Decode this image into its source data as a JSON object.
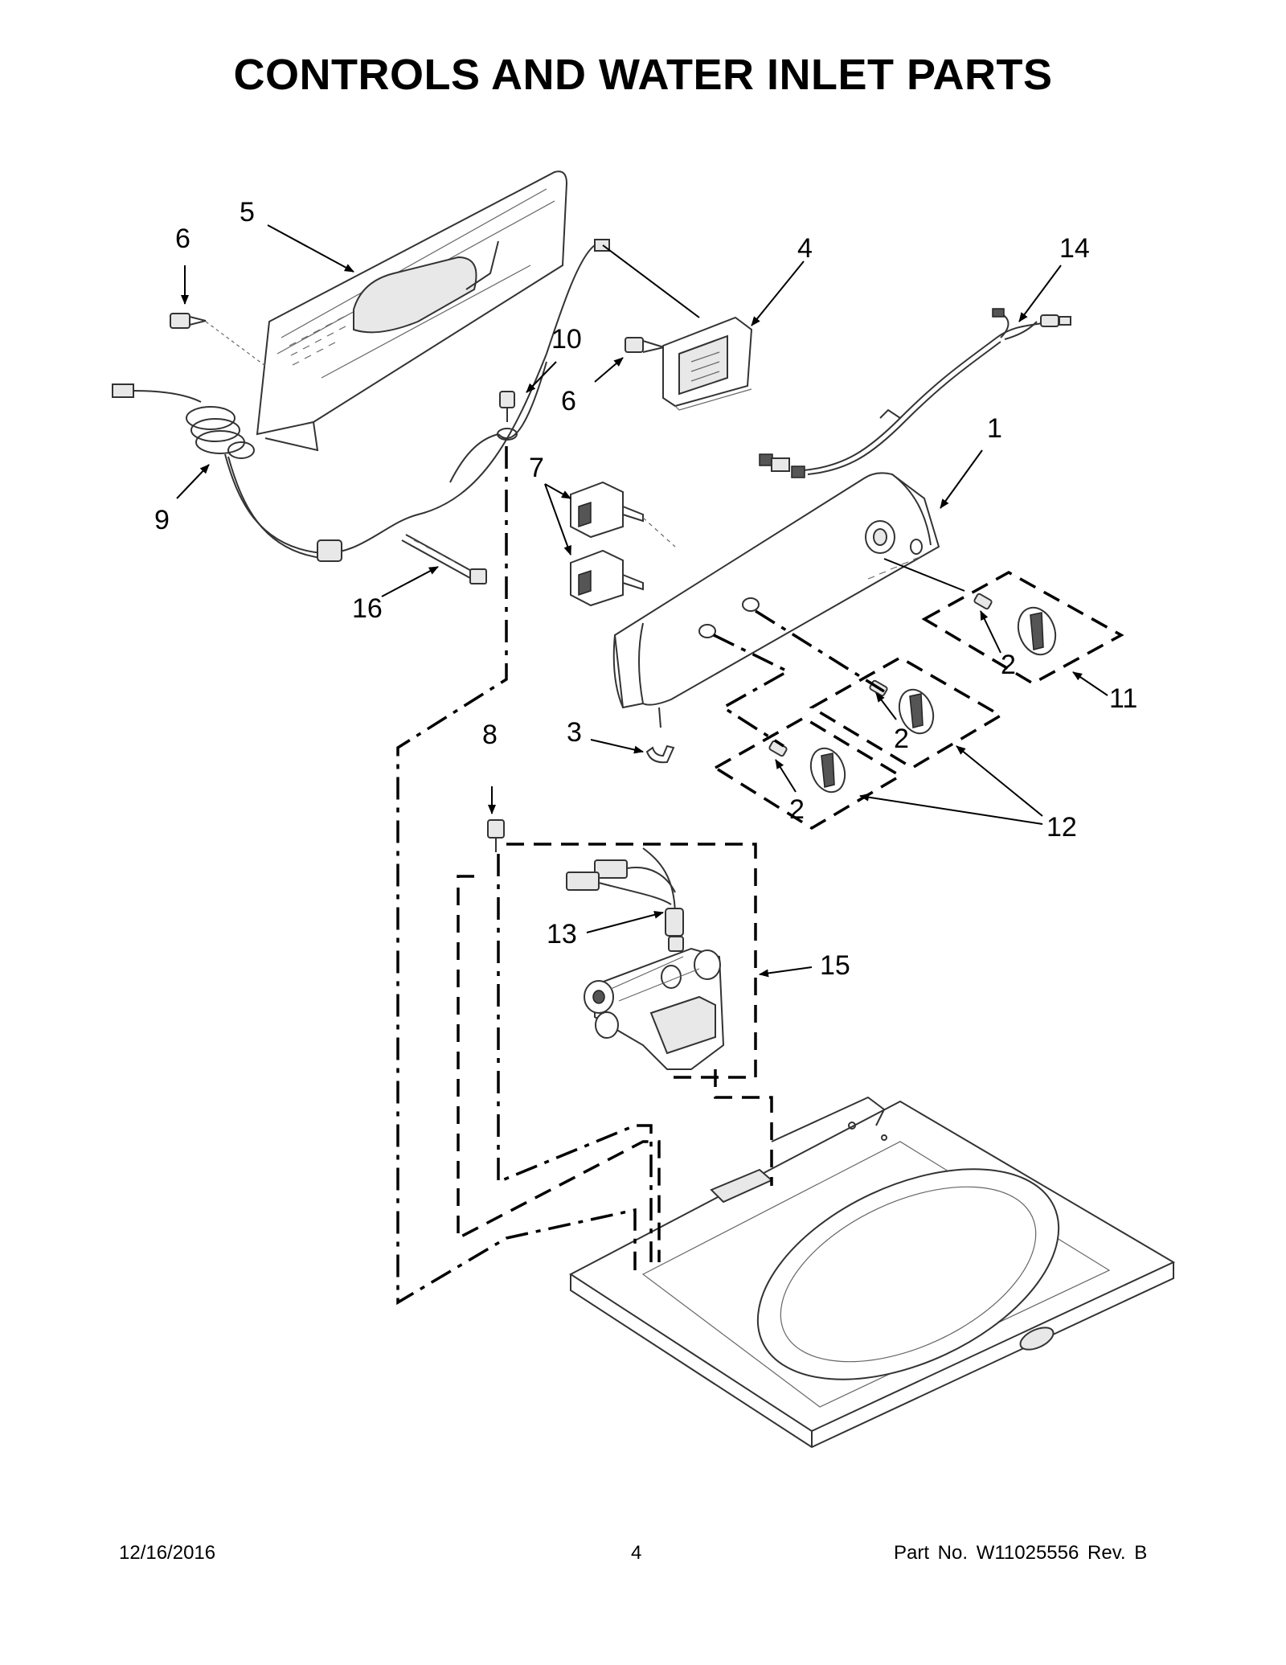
{
  "title": "CONTROLS AND WATER INLET PARTS",
  "footer": {
    "date": "12/16/2016",
    "page": "4",
    "part_number": "Part No.  W11025556  Rev.  B"
  },
  "callouts": [
    {
      "id": "c1",
      "text": "1"
    },
    {
      "id": "c2a",
      "text": "2"
    },
    {
      "id": "c2b",
      "text": "2"
    },
    {
      "id": "c2c",
      "text": "2"
    },
    {
      "id": "c3",
      "text": "3"
    },
    {
      "id": "c4",
      "text": "4"
    },
    {
      "id": "c5",
      "text": "5"
    },
    {
      "id": "c6a",
      "text": "6"
    },
    {
      "id": "c6b",
      "text": "6"
    },
    {
      "id": "c7",
      "text": "7"
    },
    {
      "id": "c8",
      "text": "8"
    },
    {
      "id": "c9",
      "text": "9"
    },
    {
      "id": "c10",
      "text": "10"
    },
    {
      "id": "c11",
      "text": "11"
    },
    {
      "id": "c12",
      "text": "12"
    },
    {
      "id": "c13",
      "text": "13"
    },
    {
      "id": "c14",
      "text": "14"
    },
    {
      "id": "c15",
      "text": "15"
    },
    {
      "id": "c16",
      "text": "16"
    }
  ]
}
